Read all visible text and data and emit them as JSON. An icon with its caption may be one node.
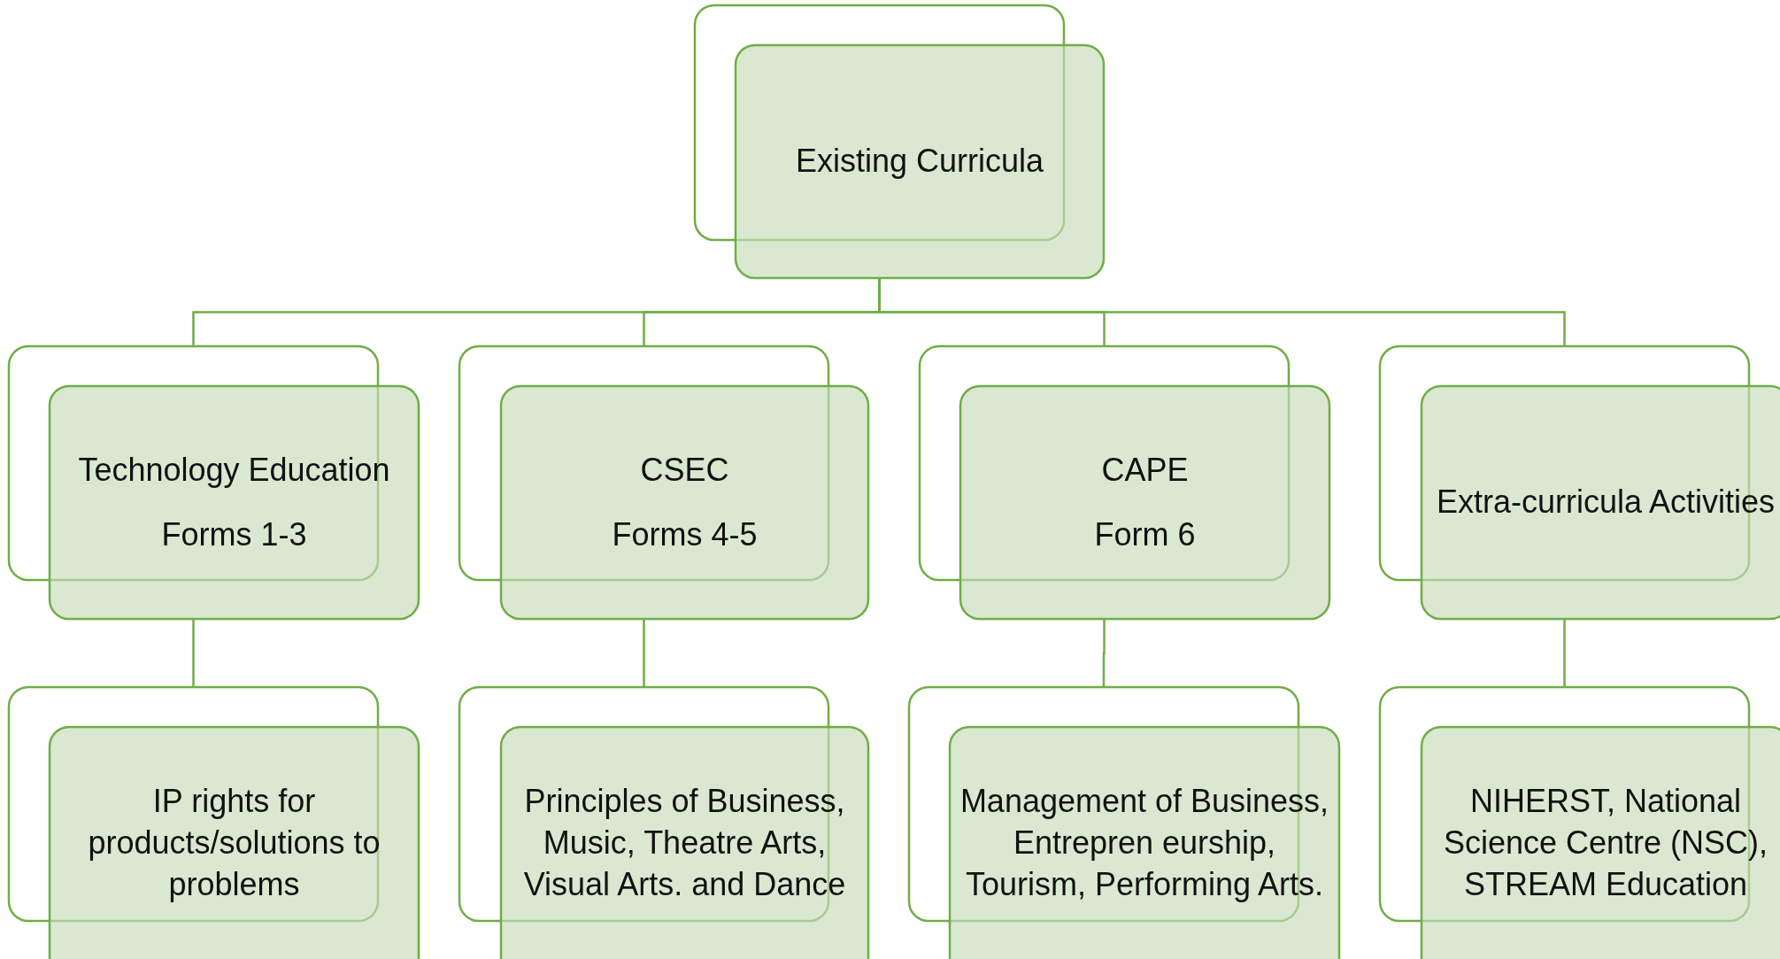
{
  "diagram": {
    "nodes": [
      {
        "text": [
          "Existing Curricula"
        ]
      },
      {
        "text": [
          "Technology Education",
          "Forms 1-3"
        ]
      },
      {
        "text": [
          "CSEC",
          "Forms 4-5"
        ]
      },
      {
        "text": [
          "CAPE",
          "Form 6"
        ]
      },
      {
        "text": [
          "Extra-curricula Activities"
        ]
      },
      {
        "text": [
          "IP rights for products/solutions to problems"
        ]
      },
      {
        "text": [
          "Principles of Business, Music, Theatre Arts, Visual Arts. and Dance"
        ]
      },
      {
        "text": [
          "Management of Business, Entrepren eurship, Tourism, Performing Arts."
        ]
      },
      {
        "text": [
          "NIHERST, National Science Centre (NSC), STREAM Education"
        ]
      }
    ],
    "edges": [
      {
        "from": 0,
        "to": 1,
        "arrow": "none"
      },
      {
        "from": 0,
        "to": 2,
        "arrow": "none"
      },
      {
        "from": 0,
        "to": 3,
        "arrow": "none"
      },
      {
        "from": 0,
        "to": 4,
        "arrow": "none"
      },
      {
        "from": 1,
        "to": 5,
        "arrow": "none"
      },
      {
        "from": 2,
        "to": 6,
        "arrow": "none"
      },
      {
        "from": 3,
        "to": 7,
        "arrow": "none"
      },
      {
        "from": 4,
        "to": 8,
        "arrow": "none"
      }
    ]
  }
}
